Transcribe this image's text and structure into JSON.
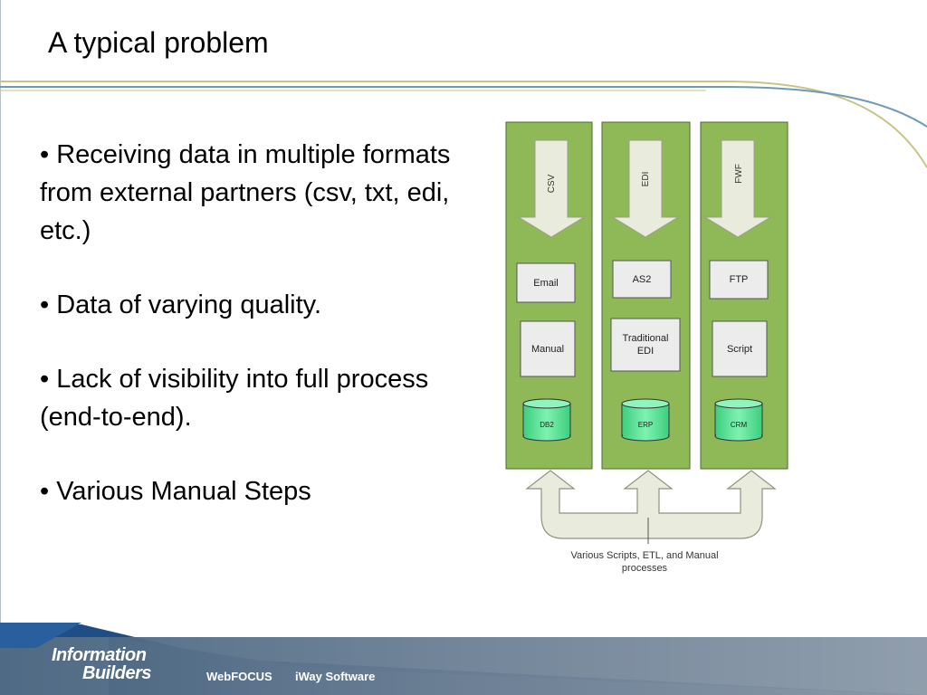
{
  "slide": {
    "title": "A typical problem",
    "bullets": [
      "Receiving data in multiple formats from external partners (csv, txt, edi, etc.)",
      "Data of varying quality.",
      "Lack of visibility into full process (end-to-end).",
      "Various Manual Steps"
    ]
  },
  "diagram": {
    "columns": [
      {
        "format": "CSV",
        "channel": "Email",
        "method": "Manual",
        "system": "DB2"
      },
      {
        "format": "EDI",
        "channel": "AS2",
        "method_lines": [
          "Traditional",
          "EDI"
        ],
        "system": "ERP"
      },
      {
        "format": "FWF",
        "channel": "FTP",
        "method": "Script",
        "system": "CRM"
      }
    ],
    "caption_lines": [
      "Various Scripts, ETL, and Manual",
      "processes"
    ],
    "colors": {
      "panel": "#8fb957",
      "box": "#ececec",
      "db": "#5ee69a",
      "arrow": "#e9ecdc"
    }
  },
  "footer": {
    "logo_line1": "Information",
    "logo_line2": "Builders",
    "links": [
      "WebFOCUS",
      "iWay Software"
    ]
  }
}
